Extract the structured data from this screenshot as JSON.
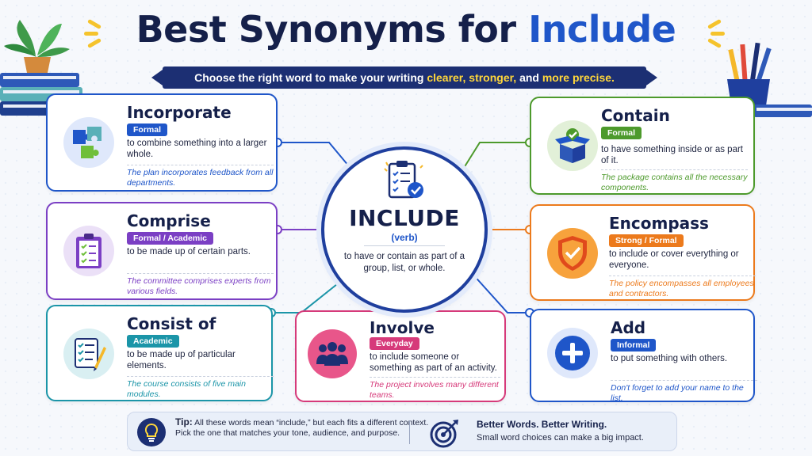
{
  "title": {
    "part1": "Best Synonyms for",
    "part2": "Include"
  },
  "subtitle": {
    "lead": "Choose the right word to make your writing",
    "w1": "clearer,",
    "w2": "stronger,",
    "mid": "and",
    "w3": "more precise."
  },
  "center": {
    "word": "INCLUDE",
    "pos": "(verb)",
    "definition": "to have or contain as part of a group, list, or whole."
  },
  "cards": [
    {
      "id": "incorporate",
      "word": "Incorporate",
      "tag": "Formal",
      "definition": "to combine something into a larger whole.",
      "example": "The plan incorporates feedback from all departments.",
      "color": "#1f56c9",
      "icon": "puzzle-icon"
    },
    {
      "id": "comprise",
      "word": "Comprise",
      "tag": "Formal / Academic",
      "definition": "to be made up of certain parts.",
      "example": "The committee comprises experts from various fields.",
      "color": "#7b3fc4",
      "icon": "clipboard-list-icon"
    },
    {
      "id": "consist-of",
      "word": "Consist of",
      "tag": "Academic",
      "definition": "to be made up of particular elements.",
      "example": "The course consists of five main modules.",
      "color": "#1b95a8",
      "icon": "checklist-pencil-icon"
    },
    {
      "id": "involve",
      "word": "Involve",
      "tag": "Everyday",
      "definition": "to include someone or something as part of an activity.",
      "example": "The project involves many different teams.",
      "color": "#d63a7a",
      "icon": "group-people-icon"
    },
    {
      "id": "contain",
      "word": "Contain",
      "tag": "Formal",
      "definition": "to have something inside or as part of it.",
      "example": "The package contains all the necessary components.",
      "color": "#4d9a2c",
      "icon": "open-box-icon"
    },
    {
      "id": "encompass",
      "word": "Encompass",
      "tag": "Strong / Formal",
      "definition": "to include or cover everything or everyone.",
      "example": "The policy encompasses all employees and contractors.",
      "color": "#ec7a1c",
      "icon": "shield-check-icon"
    },
    {
      "id": "add",
      "word": "Add",
      "tag": "Informal",
      "definition": "to put something with others.",
      "example": "Don't forget to add your name to the list.",
      "color": "#1f56c9",
      "icon": "plus-circle-icon"
    }
  ],
  "tip": {
    "label": "Tip:",
    "text": "All these words mean “include,” but each fits a different context. Pick the one that matches your tone, audience, and purpose.",
    "slogan": "Better Words. Better Writing.",
    "slogan_sub": "Small word choices can make a big impact."
  },
  "colors": {
    "navy": "#1c2f73",
    "accent": "#1f56c9",
    "highlight": "#ffd73a"
  }
}
